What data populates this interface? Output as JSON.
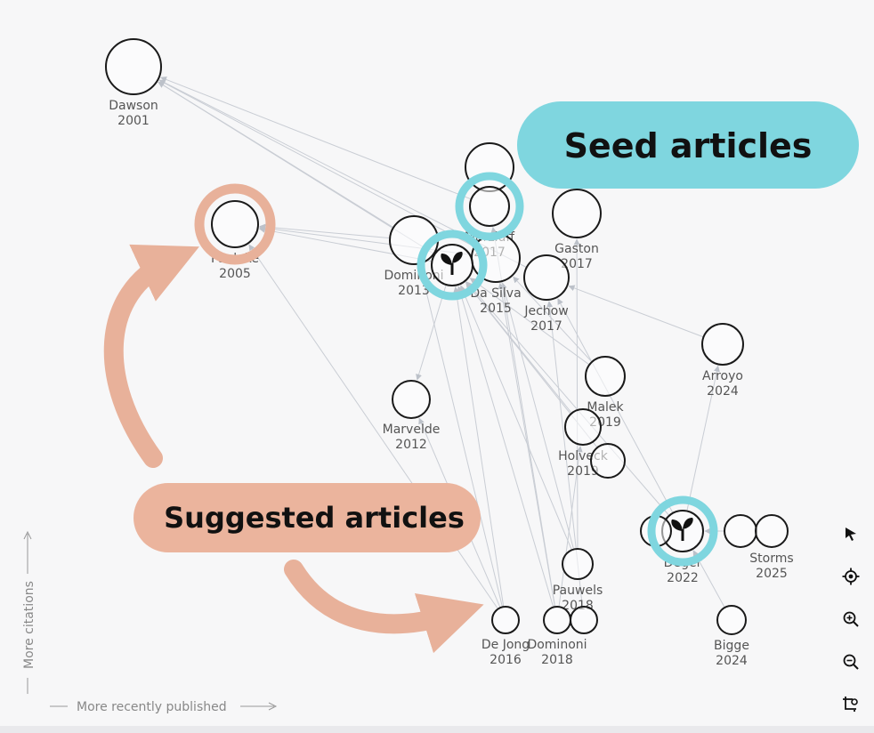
{
  "callouts": {
    "seed": "Seed articles",
    "suggested": "Suggested articles"
  },
  "axes": {
    "y_label": "More citations",
    "x_label": "More recently published"
  },
  "colors": {
    "seed_ring": "#7fd6df",
    "suggested_ring": "#e8b19a",
    "seed_callout": "#7fd6df",
    "suggested_callout": "#ebb49d",
    "edge": "#c9cdd4",
    "node_stroke": "#1a1a1a"
  },
  "nodes": [
    {
      "id": "dawson2001",
      "author": "Dawson",
      "year": "2001"
    },
    {
      "id": "pauleke2005",
      "author": "Pauleke",
      "year": "2005",
      "highlight": "suggested"
    },
    {
      "id": "top2016",
      "author": "",
      "year": ""
    },
    {
      "id": "marzluff2017",
      "author": "Marzluff",
      "year": "2017",
      "highlight": "seed"
    },
    {
      "id": "gaston2017",
      "author": "Gaston",
      "year": "2017"
    },
    {
      "id": "dominoni2013",
      "author": "Dominoni",
      "year": "2013"
    },
    {
      "id": "dasilva2015",
      "author": "Da Silva",
      "year": "2015"
    },
    {
      "id": "seed1",
      "author": "",
      "year": "",
      "highlight": "seed",
      "icon": "sprout-icon"
    },
    {
      "id": "jechow2017",
      "author": "Jechow",
      "year": "2017"
    },
    {
      "id": "arroyo2024",
      "author": "Arroyo",
      "year": "2024"
    },
    {
      "id": "marvelde2012",
      "author": "Marvelde",
      "year": "2012"
    },
    {
      "id": "malek2019",
      "author": "Malek",
      "year": "2019"
    },
    {
      "id": "holveck2019",
      "author": "Holveck",
      "year": "2019"
    },
    {
      "id": "holveck2019b",
      "author": "",
      "year": ""
    },
    {
      "id": "deger2022",
      "author": "Deger",
      "year": "2022",
      "highlight": "seed",
      "icon": "sprout-icon"
    },
    {
      "id": "deger_left",
      "author": "",
      "year": ""
    },
    {
      "id": "storms2025a",
      "author": "",
      "year": ""
    },
    {
      "id": "storms2025",
      "author": "Storms",
      "year": "2025"
    },
    {
      "id": "pauwels2018",
      "author": "Pauwels",
      "year": "2018"
    },
    {
      "id": "dejong2016",
      "author": "De Jong",
      "year": "2016"
    },
    {
      "id": "dominoni2018",
      "author": "Dominoni",
      "year": "2018"
    },
    {
      "id": "dominoni2018b",
      "author": "",
      "year": ""
    },
    {
      "id": "bigge2024",
      "author": "Bigge",
      "year": "2024"
    }
  ],
  "toolbar": [
    {
      "name": "select-tool-button",
      "icon": "cursor-icon"
    },
    {
      "name": "recenter-button",
      "icon": "crosshair-icon"
    },
    {
      "name": "zoom-in-button",
      "icon": "zoom-in-icon"
    },
    {
      "name": "zoom-out-button",
      "icon": "zoom-out-icon"
    },
    {
      "name": "layout-settings-button",
      "icon": "crop-gear-icon"
    }
  ]
}
